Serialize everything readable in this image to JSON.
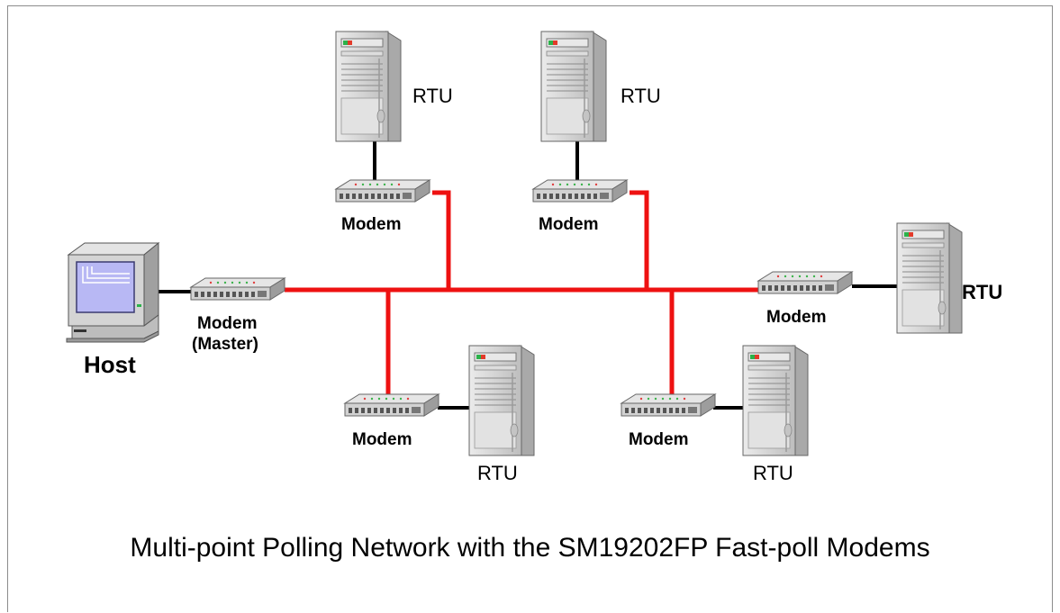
{
  "diagram": {
    "caption": "Multi-point Polling Network with the SM19202FP Fast-poll Modems",
    "host_label": "Host",
    "master_modem_label": "Modem",
    "master_modem_sublabel": "(Master)",
    "modem_label": "Modem",
    "rtu_label": "RTU",
    "colors": {
      "bus_line": "#ee1111",
      "device_link": "#000000",
      "device_body": "#cfcfcf",
      "screen": "#b8b8f4"
    },
    "icons": [
      "computer-icon",
      "modem-icon",
      "server-icon"
    ]
  }
}
